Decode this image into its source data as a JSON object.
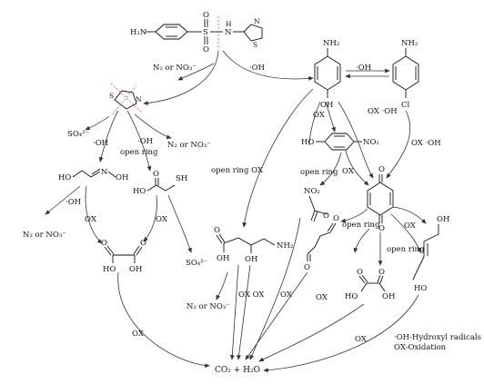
{
  "nodes": {
    "sulfathiazole": {
      "nh2": "H₂N",
      "s": "S",
      "o_top": "O",
      "o_bot": "O",
      "h": "H",
      "n": "N",
      "ring_n": "N",
      "ring_s": "S"
    },
    "thiazole": {
      "s": "S",
      "n": "N"
    },
    "aminophenol": {
      "nh2": "NH₂",
      "oh": "OH"
    },
    "chloroaniline": {
      "nh2": "NH₂",
      "cl": "Cl"
    },
    "nitrophenol": {
      "ho": "HO",
      "no2": "NO₂"
    },
    "benzoquinone": {
      "o_top": "O",
      "o_bot": "O"
    },
    "oxime": {
      "ho": "HO",
      "n": "N",
      "oh": "OH"
    },
    "thioacid": {
      "ho": "HO",
      "o": "O",
      "sh": "SH"
    },
    "oxalic_left": {
      "o1": "O",
      "o2": "O",
      "ho": "HO",
      "oh": "OH"
    },
    "aminoacid": {
      "o": "O",
      "oh1": "OH",
      "oh2": "OH",
      "nh2": "NH₂"
    },
    "nitro_acetone": {
      "no2": "NO₂",
      "o": "O"
    },
    "dialdehyde": {
      "o1": "O",
      "o2": "O"
    },
    "oxalic_right": {
      "o1": "O",
      "o2": "O",
      "ho": "HO",
      "oh": "OH"
    },
    "butenediol": {
      "oh": "OH",
      "ho": "HO"
    },
    "products": {
      "n2_no3_1": "N₂ or NO₃⁻",
      "n2_no3_2": "N₂ or NO₃⁻",
      "n2_no3_3": "N₂ or NO₃⁻",
      "n2_no3_4": "N₂ or NO₃⁻",
      "so4_1": "SO₄²⁻",
      "so4_2": "SO₄²⁻",
      "co2": "CO₂ + H₂O"
    }
  },
  "labels": {
    "oh_main": "·OH",
    "oh_cycle": "·OH",
    "ox_cl_oh": "OX ·OH",
    "ox_oh_right": "OX ·OH",
    "ox_under_ap": "OX",
    "oh_thz_left": "·OH",
    "oh_thz_right": "·OH",
    "open_ring_thz": "open ring",
    "open_ring_ox_left": "open ring OX",
    "open_ring_mid": "open ring",
    "ox_mid_np": "OX",
    "open_ring_bq": "open ring",
    "open_ring_bq2": "open ring",
    "ox_bq": "OX",
    "oh_oxime": "·OH",
    "ox_oxime": "OX",
    "ox_thioacid": "OX",
    "ox_oxalic_left": "OX",
    "ox_ox_ox": "OX OX",
    "ox_center": "OX",
    "ox_right_low": "OX",
    "ox_nitro": "OX"
  },
  "legend": {
    "line1": "·OH-Hydroxyl radicals",
    "line2": "OX-Oxidation"
  }
}
